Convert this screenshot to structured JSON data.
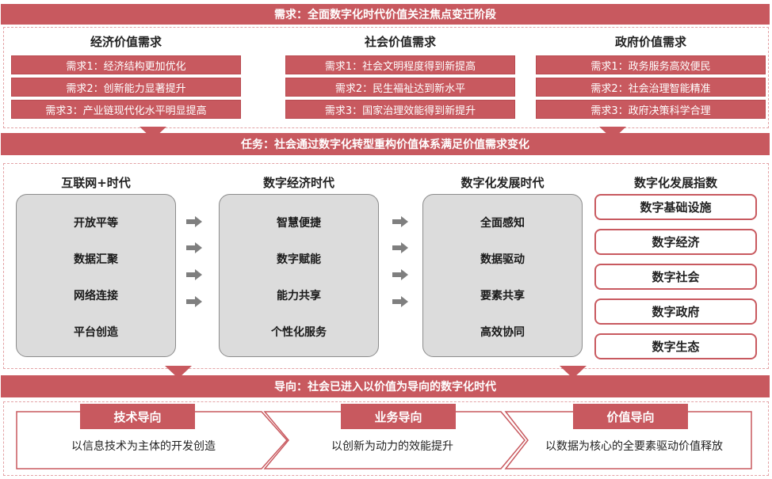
{
  "top_band": "需求：全面数字化时代价值关注焦点变迁阶段",
  "demand_columns": [
    {
      "title": "经济价值需求",
      "items": [
        "需求1：经济结构更加优化",
        "需求2：创新能力显著提升",
        "需求3：产业链现代化水平明显提高"
      ]
    },
    {
      "title": "社会价值需求",
      "items": [
        "需求1：社会文明程度得到新提高",
        "需求2：民生福祉达到新水平",
        "需求3：国家治理效能得到新提升"
      ]
    },
    {
      "title": "政府价值需求",
      "items": [
        "需求1：政务服务高效便民",
        "需求2：社会治理智能精准",
        "需求3：政府决策科学合理"
      ]
    }
  ],
  "task_band": "任务：社会通过数字化转型重构价值体系满足价值需求变化",
  "eras": [
    {
      "title": "互联网+时代",
      "items": [
        "开放平等",
        "数据汇聚",
        "网络连接",
        "平台创造"
      ]
    },
    {
      "title": "数字经济时代",
      "items": [
        "智慧便捷",
        "数字赋能",
        "能力共享",
        "个性化服务"
      ]
    },
    {
      "title": "数字化发展时代",
      "items": [
        "全面感知",
        "数据驱动",
        "要素共享",
        "高效协同"
      ]
    }
  ],
  "index": {
    "title": "数字化发展指数",
    "items": [
      "数字基础设施",
      "数字经济",
      "数字社会",
      "数字政府",
      "数字生态"
    ]
  },
  "orientation_band": "导向：社会已进入以价值为导向的数字化时代",
  "orientations": [
    {
      "tag": "技术导向",
      "text": "以信息技术为主体的开发创造"
    },
    {
      "tag": "业务导向",
      "text": "以创新为动力的效能提升"
    },
    {
      "tag": "价值导向",
      "text": "以数据为核心的全要素驱动价值释放"
    }
  ],
  "colors": {
    "accent": "#c8595f",
    "era_box": "#dcdcdc",
    "arrow": "#7f7f7f"
  }
}
